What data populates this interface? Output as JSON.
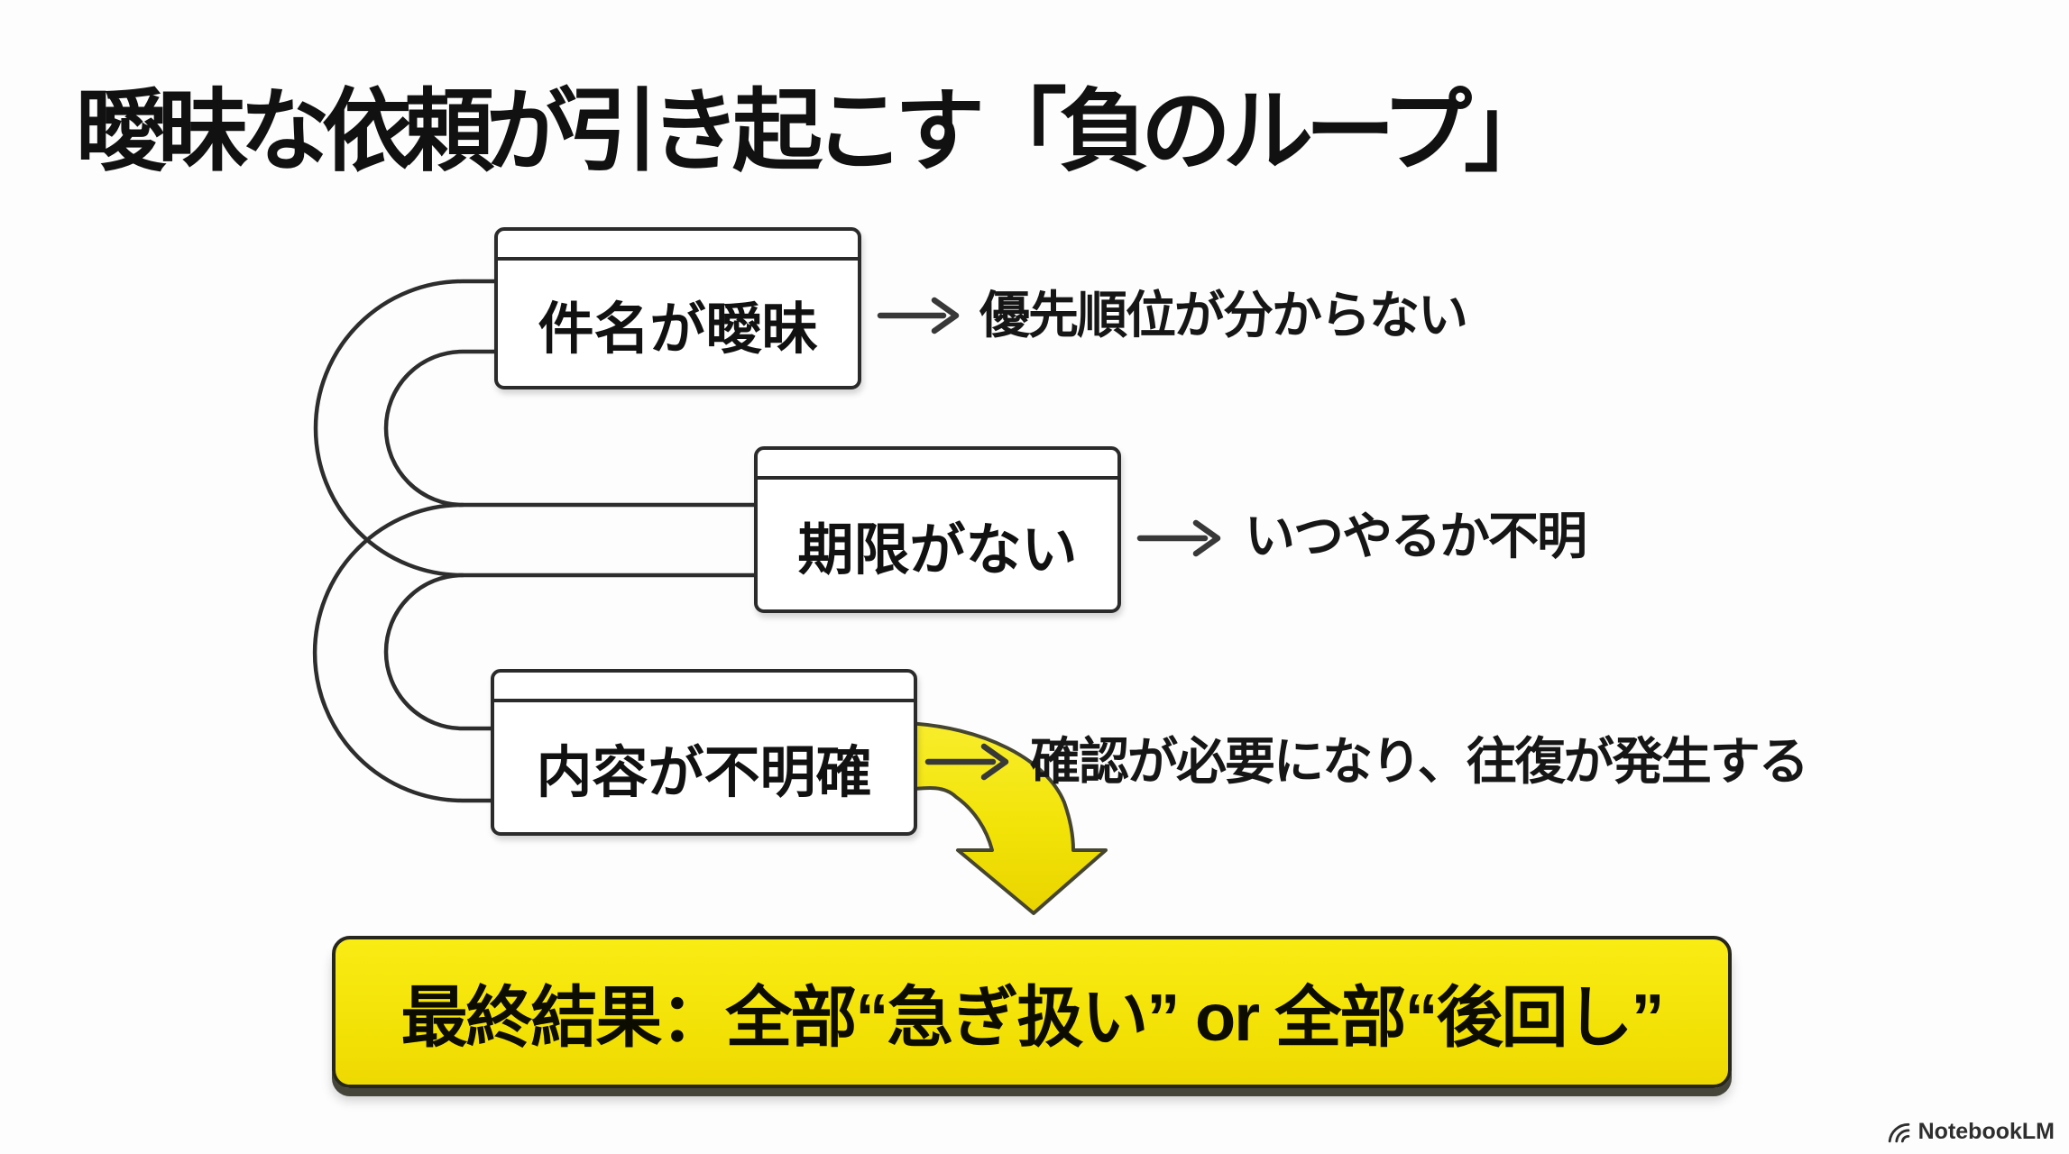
{
  "slide": {
    "title": "曖昧な依頼が引き起こす「負のループ」",
    "rows": [
      {
        "box_label": "件名が曖昧",
        "consequence": "優先順位が分からない"
      },
      {
        "box_label": "期限がない",
        "consequence": "いつやるか不明"
      },
      {
        "box_label": "内容が不明確",
        "consequence": "確認が必要になり、往復が発生する"
      }
    ],
    "final_result": "最終結果：全部“急ぎ扱い” or 全部“後回し”",
    "brand": "NotebookLM",
    "colors": {
      "background": "#fdfdfd",
      "ink": "#161616",
      "line": "#2d2d2d",
      "accent_yellow": "#f2e004",
      "banner_shadow": "#45453a"
    },
    "icons": {
      "row_arrow": "arrow-right-icon",
      "drop_arrow": "curved-arrow-down-icon",
      "logo": "notebooklm-logo-icon"
    }
  }
}
